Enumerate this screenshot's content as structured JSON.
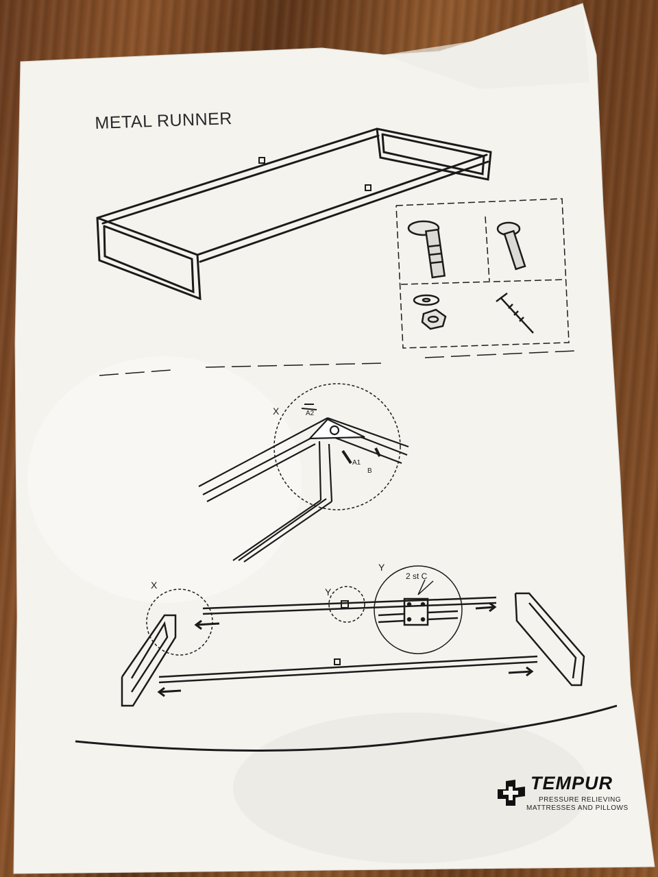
{
  "document": {
    "title": "METAL RUNNER"
  },
  "callouts": {
    "detail_x": "X",
    "detail_y_small": "Y",
    "detail_y_large": "Y",
    "detail_x_bottom": "X",
    "part_a1": "A1",
    "part_a2": "A2",
    "part_b": "B",
    "part_c_note": "2 st C"
  },
  "brand": {
    "name": "TEMPUR",
    "tagline_line1": "PRESSURE RELIEVING",
    "tagline_line2": "MATTRESSES AND PILLOWS"
  }
}
